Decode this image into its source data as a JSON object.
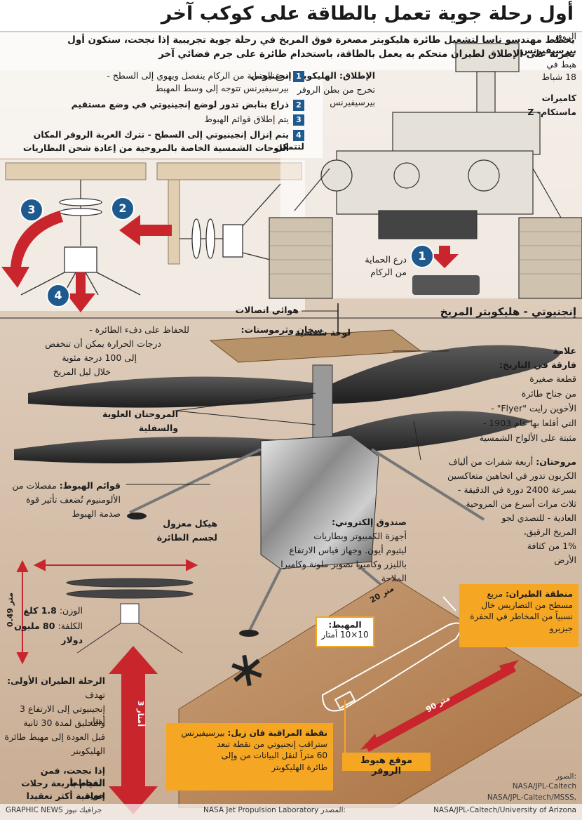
{
  "header": {
    "title": "أول رحلة جوية تعمل بالطاقة على كوكب آخر"
  },
  "intro": {
    "line1": "يخطط مهندسو ناسا لتشغيل طائرة هليكوبتر مصغرة فوق المريخ في رحلة جوية تجريبية إذا نجحت، ستكون أول",
    "line2": "تجربة على الإطلاق لطيران متحكم به يعمل بالطاقة، باستخدام طائرة على جرم فضائي آخر"
  },
  "rover": {
    "label_name": "الروفر",
    "label_name2": "بيرسيفيرنس",
    "label_landed": "هبط في",
    "label_date": "18 شباط",
    "cameras_l1": "كاميرات",
    "cameras_l2": "ماستكام- Z"
  },
  "launch": {
    "title": "الإطلاق:",
    "title2": "الهليكوبتر إنجينيوتي",
    "text1": "تخرج من بطن الروفر",
    "text2": "بيرسيفيرنس"
  },
  "steps": [
    {
      "num": "1",
      "text": "درع الحماية من الركام ينفصل ويهوي إلى السطح -",
      "text2": "بيرسيفيرنس تتوجه إلى وسط المهبط",
      "bold": false
    },
    {
      "num": "2",
      "text": "ذراع بنابض تدور لوضع إنجينيوتي في وضع مستقيم",
      "text2": "",
      "bold": true
    },
    {
      "num": "3",
      "text": "يتم إطلاق قوائم الهبوط",
      "text2": "",
      "bold": false
    },
    {
      "num": "4",
      "text": "يتم إنزال إنجينيوتي إلى السطح - تترك العربة الروفر المكان لتتمكن",
      "text2": "اللوحات الشمسية الخاصة بالمروحية من إعادة شحن البطاريات",
      "bold": true
    }
  ],
  "debris": {
    "l1": "درع الحماية",
    "l2": "من الركام",
    "num": "1"
  },
  "deploy_nums": [
    "2",
    "3",
    "4"
  ],
  "heli_section": {
    "title": "إنجنيوتي - هليكوبتر المريخ"
  },
  "parts": {
    "antenna": "هوائي اتصالات",
    "solar": "لوحة شمسية",
    "marker": "علامة",
    "heater_title": "سخان وثرموستات:",
    "heater_t1": "للحفاظ على دفء الطائرة -",
    "heater_t2": "درجات الحرارة يمكن أن تنخفض",
    "heater_t3": "إلى 100 درجة مئوية",
    "heater_t4": "خلال ليل المريخ",
    "history_title": "فارقة في التاريخ:",
    "history_t1": "قطعة صغيرة",
    "history_t2": "من جناح طائرة",
    "history_t3": "الأخوين رايت \"Flyer\" -",
    "history_t4": "التي أقلعا بها عام 1903 -",
    "history_t5": "مثبتة على الألواح الشمسية",
    "rotors_l1": "المروحتان العلوية",
    "rotors_l2": "والسفلية",
    "props_title": "مروحتان:",
    "props_t1": "أربعة شفرات من ألياف",
    "props_t2": "الكربون تدور في اتجاهين متعاكسين",
    "props_t3": "بسرعة 2400 دورة في الدقيقة -",
    "props_t4": "ثلاث مرات أسرع من المروحية",
    "props_t5": "العادية - للتصدي لجو",
    "props_t6": "المريخ الرقيق،",
    "props_t7": "1% من كثافة",
    "props_t8": "الأرض",
    "legs_title": "قوائم الهبوط:",
    "legs_t1": "مفصلات من",
    "legs_t2": "الألومنيوم تُضعف تأثير قوة",
    "legs_t3": "صدمة الهبوط",
    "fuselage_l1": "هيكل معزول",
    "fuselage_l2": "لجسم الطائرة",
    "ebox_title": "صندوق إلكتروني:",
    "ebox_t1": "أجهزة الكمبيوتر وبطاريات",
    "ebox_t2": "ليثيوم أيون. وجهاز قياس الارتفاع",
    "ebox_t3": "بالليزر وكاميرا تصوير ملونة وكاميرا",
    "ebox_t4": "الملاحة"
  },
  "specs": {
    "height": "0.49 متر",
    "weight_label": "الوزن:",
    "weight_val": "1.8 كلغ",
    "cost_label": "الكلفة:",
    "cost_val": "80 مليون",
    "cost_unit": "دولار",
    "altitude": "3 أمتار"
  },
  "first_flight": {
    "title": "الرحلة الطيران الأولى:",
    "t1": "تهدف",
    "t2": "إنجينيوتي إلى الارتفاع 3 أمتار",
    "t3": "والتحليق لمدة 30 ثانية",
    "t4": "قبل العودة إلى مهبط طائرة",
    "t5": "الهليكوبتر"
  },
  "success": {
    "t1": "إذا نجحت، فمن المخطط",
    "t2": "القيام بأربعة رحلات جوية",
    "t3": "إضافية أكثر تعقيدا"
  },
  "map": {
    "flight_zone_title": "منطقة الطيران:",
    "flight_zone_t1": "مربع",
    "flight_zone_t2": "مسطح من التضاريس خال",
    "flight_zone_t3": "نسبياً من المخاطر في الحفرة",
    "flight_zone_t4": "جيزيرو",
    "helipad_title": "المهبط:",
    "helipad_val": "10×10 أمتار",
    "scale_20": "20 متر",
    "scale_90": "90 متر",
    "watch_title": "نقطة المراقبة فان زيل:",
    "watch_t1": "بيرسيفيرنس",
    "watch_t2": "ستراقب إنجنيوتي من نقطة تبعد",
    "watch_t3": "60 متراً لنقل البيانات من وإلى",
    "watch_t4": "طائرة الهليكوبتر",
    "rover_landing": "موقع هبوط الروفر"
  },
  "footer": {
    "credit_org": "GRAPHIC NEWS",
    "credit_ar": "جرافيك نيوز",
    "source_label": "المصدر:",
    "source_val": "NASA Jet Propulsion Laboratory",
    "photos_label": "الصور:",
    "photos_1": "NASA/JPL-Caltech",
    "photos_2": "NASA/JPL-Caltech/MSSS,",
    "photos_3": "NASA/JPL-Caltech/University of Arizona"
  },
  "colors": {
    "accent": "#f5a623",
    "step_blue": "#1f5a8f",
    "arrow_red": "#c8262c",
    "mars": "#b8773e"
  }
}
